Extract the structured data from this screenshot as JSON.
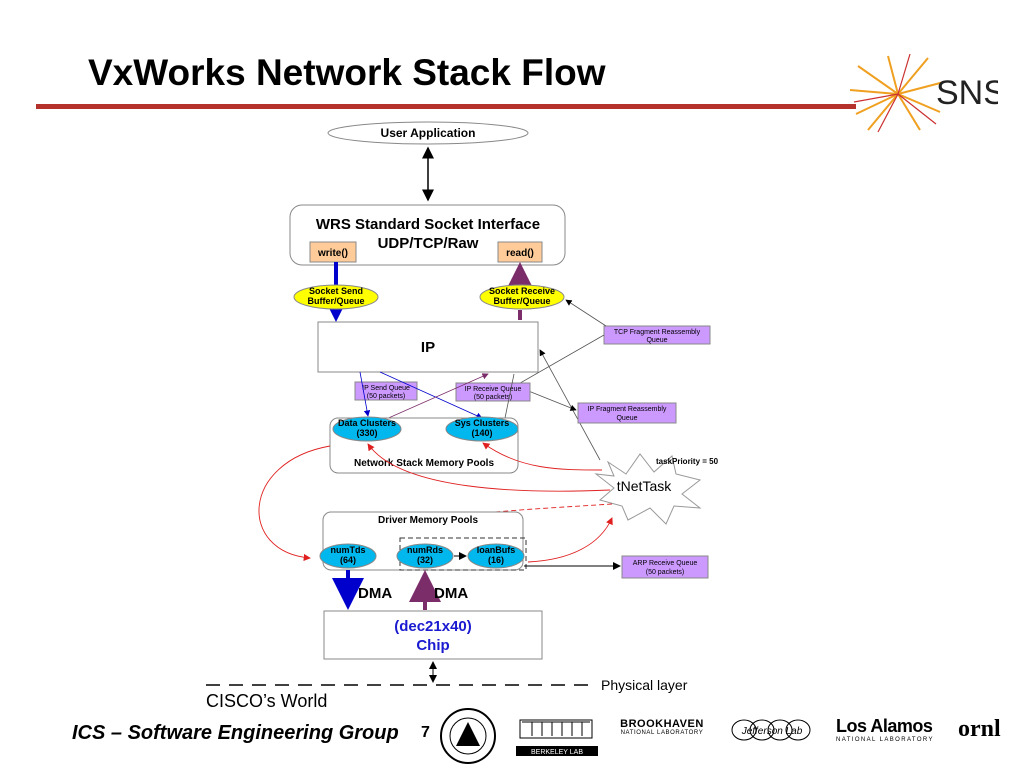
{
  "title": "VxWorks Network Stack Flow",
  "logo_sns": "SNS",
  "nodes": {
    "user_app": "User Application",
    "socket_iface_line1": "WRS Standard Socket Interface",
    "socket_iface_line2": "UDP/TCP/Raw",
    "write": "write()",
    "read": "read()",
    "sock_send_1": "Socket Send",
    "sock_send_2": "Buffer/Queue",
    "sock_recv_1": "Socket Receive",
    "sock_recv_2": "Buffer/Queue",
    "ip": "IP",
    "tcp_frag_1": "TCP Fragment Reassembly",
    "tcp_frag_2": "Queue",
    "ip_send_1": "IP Send  Queue",
    "ip_send_2": "(50 packets)",
    "ip_recv_1": "IP Receive  Queue",
    "ip_recv_2": "(50 packets)",
    "ip_frag_1": "IP Fragment Reassembly",
    "ip_frag_2": "Queue",
    "data_clusters_1": "Data Clusters",
    "data_clusters_2": "(330)",
    "sys_clusters_1": "Sys Clusters",
    "sys_clusters_2": "(140)",
    "net_pools": "Network Stack Memory Pools",
    "task_priority": "taskPriority = 50",
    "tnettask": "tNetTask",
    "driver_pools": "Driver Memory Pools",
    "numtds_1": "numTds",
    "numtds_2": "(64)",
    "numrds_1": "numRds",
    "numrds_2": "(32)",
    "loanbufs_1": "loanBufs",
    "loanbufs_2": "(16)",
    "arp_1": "ARP Receive Queue",
    "arp_2": "(50 packets)",
    "dma_left": "DMA",
    "dma_right": "DMA",
    "chip_1": "(dec21x40)",
    "chip_2": "Chip",
    "physical_layer": "Physical layer",
    "cisco": "CISCO’s World"
  },
  "footer": {
    "group": "ICS – Software Engineering Group",
    "page": "7",
    "logos": {
      "berkeley": "BERKELEY LAB",
      "brookhaven_1": "BROOKHAVEN",
      "brookhaven_2": "NATIONAL LABORATORY",
      "jlab": "Jefferson Lab",
      "losalamos_1": "Los Alamos",
      "losalamos_2": "NATIONAL LABORATORY",
      "ornl": "ornl"
    }
  },
  "colors": {
    "title_rule": "#b5312b",
    "send_arrow": "#0000cc",
    "recv_arrow": "#7b2d6a",
    "red_flow": "#e02020",
    "yellow_node": "#ffff00",
    "cyan_node": "#00b7ee",
    "queue_purple": "#cc99ff",
    "write_read_box": "#ffcc99",
    "chip_text": "#1a1ad0"
  }
}
